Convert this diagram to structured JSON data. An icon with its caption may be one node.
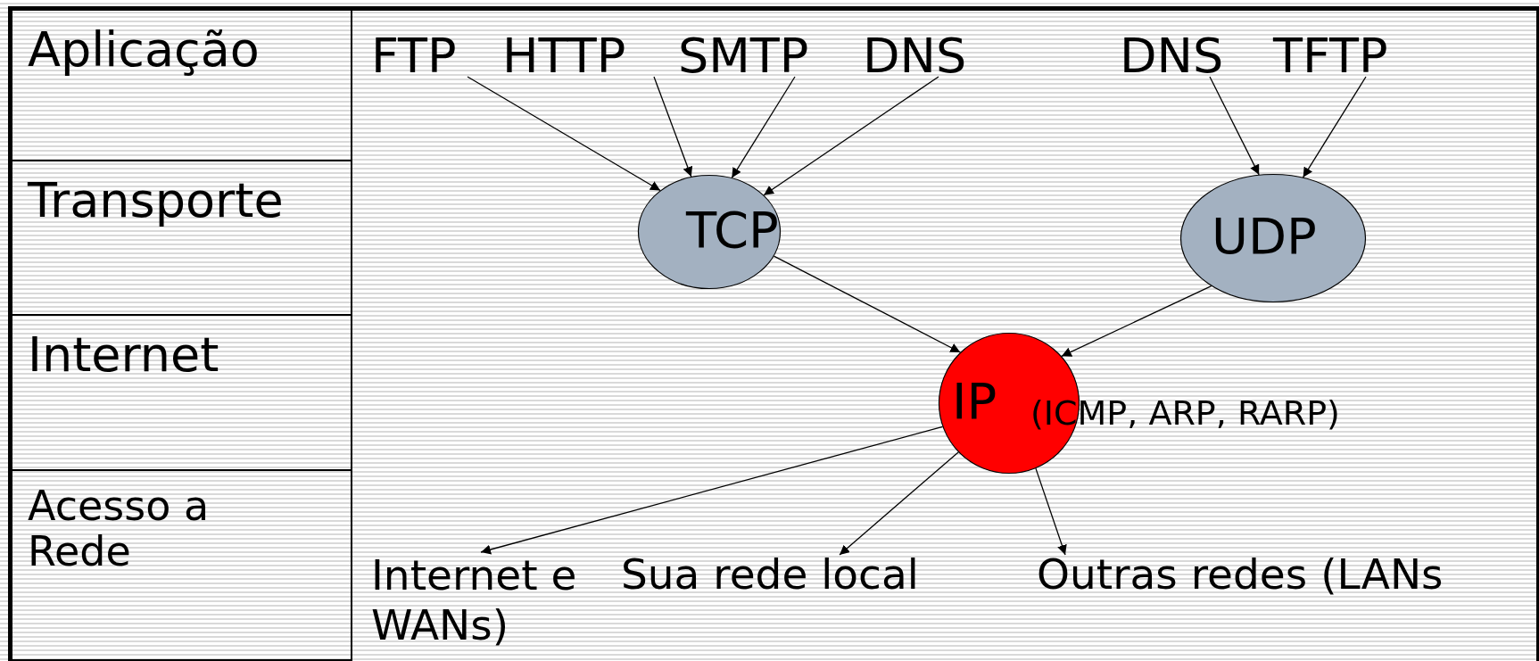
{
  "diagram": {
    "nodes": [
      {
        "text": [
          "Aplicação"
        ]
      },
      {
        "text": [
          "Transporte"
        ]
      },
      {
        "text": [
          "Internet"
        ]
      },
      {
        "text": [
          "Acesso a Rede"
        ]
      },
      {
        "text": [
          "FTP"
        ]
      },
      {
        "text": [
          "HTTP"
        ]
      },
      {
        "text": [
          "SMTP"
        ]
      },
      {
        "text": [
          "DNS"
        ]
      },
      {
        "text": [
          "DNS"
        ]
      },
      {
        "text": [
          "TFTP"
        ]
      },
      {
        "text": [
          "TCP"
        ]
      },
      {
        "text": [
          "UDP"
        ]
      },
      {
        "text": [
          "IP"
        ],
        "beside": [
          "(ICMP, ARP, RARP)"
        ]
      },
      {
        "text": [
          "Internet e WANs)"
        ]
      },
      {
        "text": [
          "Sua rede local"
        ]
      },
      {
        "text": [
          "Outras redes (LANs"
        ]
      }
    ],
    "edges": [
      {
        "from": 4,
        "to": 10,
        "arrow": "to"
      },
      {
        "from": 5,
        "to": 10,
        "arrow": "to"
      },
      {
        "from": 6,
        "to": 10,
        "arrow": "to"
      },
      {
        "from": 7,
        "to": 10,
        "arrow": "to"
      },
      {
        "from": 8,
        "to": 11,
        "arrow": "to"
      },
      {
        "from": 9,
        "to": 11,
        "arrow": "to"
      },
      {
        "from": 10,
        "to": 12,
        "arrow": "to"
      },
      {
        "from": 11,
        "to": 12,
        "arrow": "to"
      },
      {
        "from": 12,
        "to": 13,
        "arrow": "to"
      },
      {
        "from": 12,
        "to": 14,
        "arrow": "to"
      },
      {
        "from": 12,
        "to": 15,
        "arrow": "to"
      }
    ]
  }
}
